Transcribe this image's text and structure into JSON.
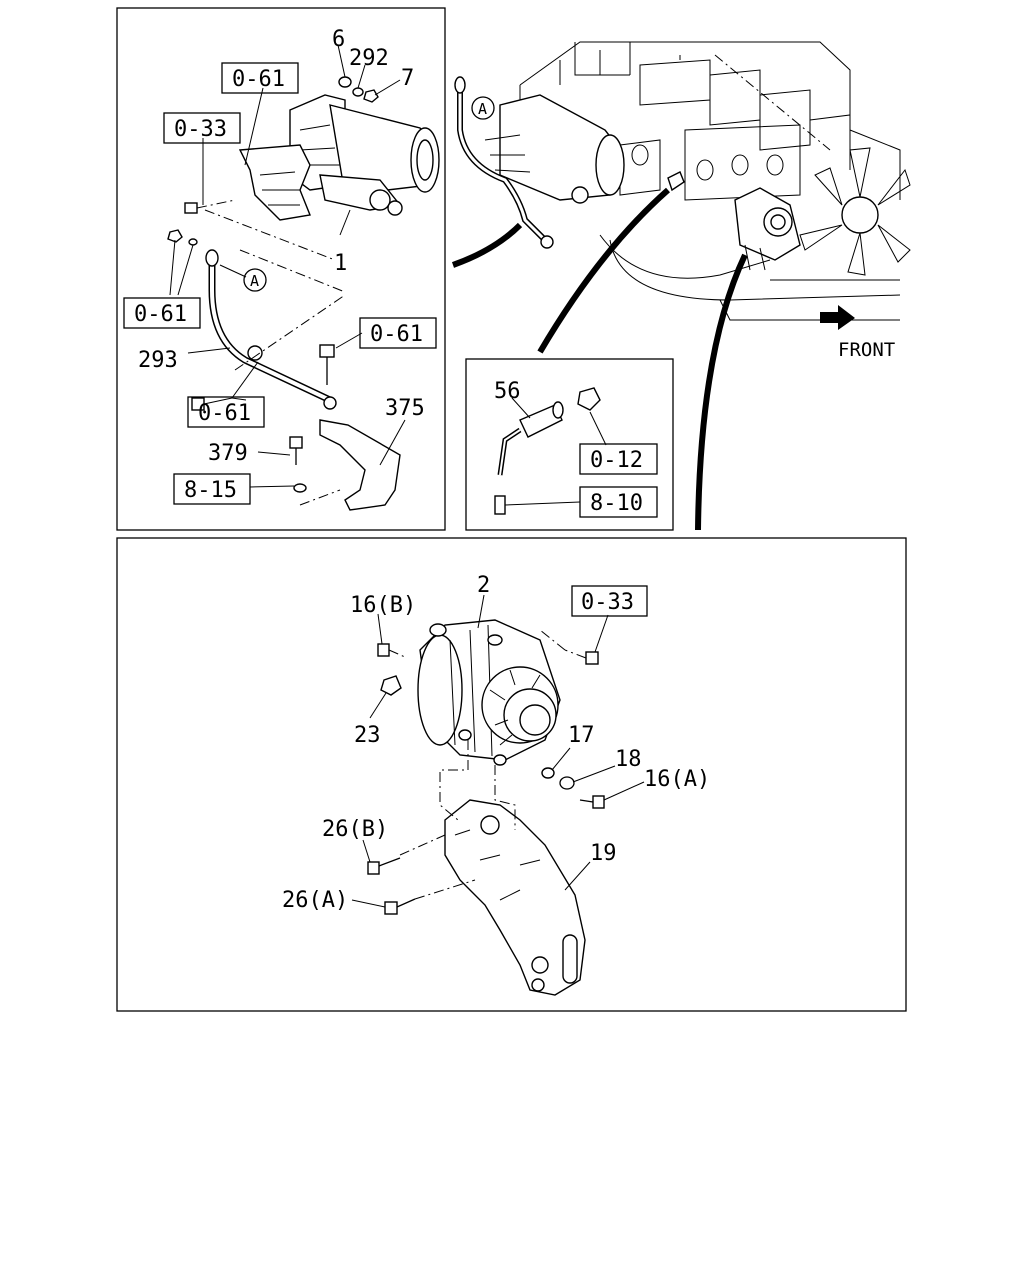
{
  "callouts": {
    "c6": "6",
    "c292": "292",
    "c7": "7",
    "c1": "1",
    "c293": "293",
    "c375": "375",
    "c379": "379",
    "c56": "56",
    "c2": "2",
    "c16b": "16(B)",
    "c23": "23",
    "c17": "17",
    "c18": "18",
    "c16a": "16(A)",
    "c26b": "26(B)",
    "c26a": "26(A)",
    "c19": "19"
  },
  "refs": {
    "r061_top": "0-61",
    "r033_top": "0-33",
    "r061_left": "0-61",
    "r061_right": "0-61",
    "r061_bottom": "0-61",
    "r815": "8-15",
    "r012": "0-12",
    "r810": "8-10",
    "r033_alt": "0-33"
  },
  "markers": {
    "a_left": "A",
    "a_engine": "A"
  },
  "front_label": "FRONT"
}
